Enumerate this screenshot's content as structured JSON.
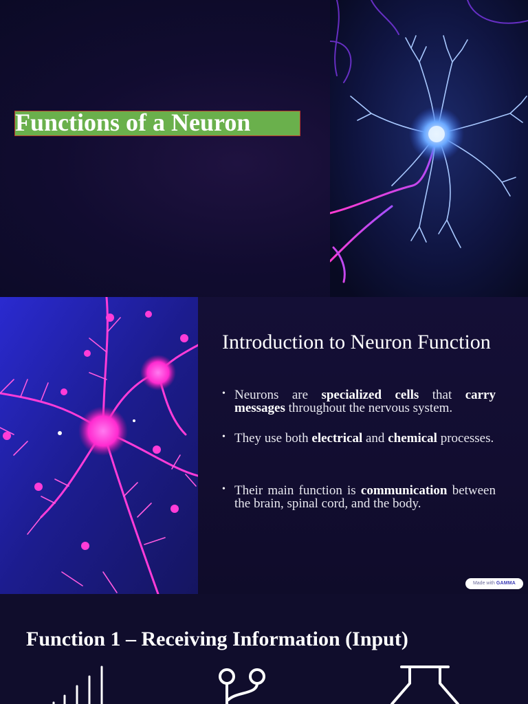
{
  "slide1": {
    "title": "Functions of a Neuron",
    "image_icon": "blue-neuron-illustration-icon",
    "title_box_color": "#6ab04c",
    "title_border_color": "#c0392b"
  },
  "slide2": {
    "heading": "Introduction to Neuron Function",
    "image_icon": "pink-neuron-illustration-icon",
    "bullets": [
      {
        "parts": [
          {
            "text": "Neurons are ",
            "bold": false
          },
          {
            "text": "specialized cells",
            "bold": true
          },
          {
            "text": " that ",
            "bold": false
          },
          {
            "text": "carry messages",
            "bold": true
          },
          {
            "text": " throughout the nervous system.",
            "bold": false
          }
        ]
      },
      {
        "parts": [
          {
            "text": "They use both ",
            "bold": false
          },
          {
            "text": "electrical",
            "bold": true
          },
          {
            "text": " and ",
            "bold": false
          },
          {
            "text": "chemical",
            "bold": true
          },
          {
            "text": " processes.",
            "bold": false
          }
        ]
      },
      {
        "parts": [
          {
            "text": "Their main function is ",
            "bold": false
          },
          {
            "text": "communication",
            "bold": true
          },
          {
            "text": " between the brain, spinal cord, and the body.",
            "bold": false
          }
        ]
      }
    ],
    "badge": {
      "prefix": "Made with",
      "brand": "GAMMA"
    }
  },
  "slide3": {
    "heading": "Function 1 – Receiving Information (Input)",
    "icons": [
      "signal-bars-icon",
      "branch-connection-icon",
      "flask-icon"
    ]
  }
}
